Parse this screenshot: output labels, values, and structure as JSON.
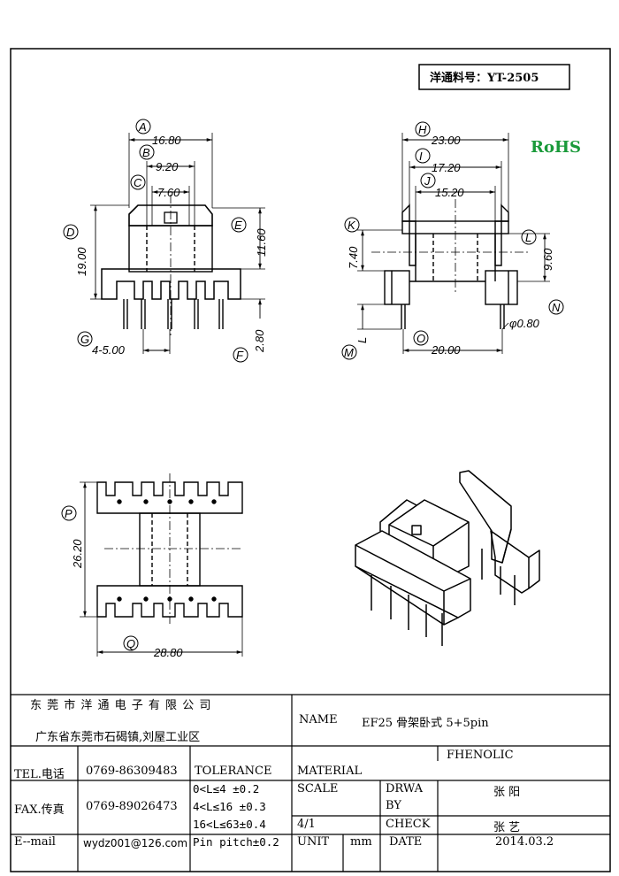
{
  "part_no": "洋通料号：YT-2505",
  "rohs": "RoHS",
  "dims": {
    "A": {
      "letter": "A",
      "value": "16.80"
    },
    "B": {
      "letter": "B",
      "value": "9.20"
    },
    "C": {
      "letter": "C",
      "value": "7.60"
    },
    "D": {
      "letter": "D",
      "value": "19.00"
    },
    "E": {
      "letter": "E",
      "value": "11.60"
    },
    "F": {
      "letter": "F",
      "value": "2.80"
    },
    "G": {
      "letter": "G",
      "value": "4-5.00"
    },
    "H": {
      "letter": "H",
      "value": "23.00"
    },
    "I": {
      "letter": "I",
      "value": "17.20"
    },
    "J": {
      "letter": "J",
      "value": "15.20"
    },
    "K": {
      "letter": "K",
      "value": "7.40"
    },
    "L": {
      "letter": "L",
      "value": "9.60"
    },
    "M": {
      "letter": "M",
      "value": "L"
    },
    "N": {
      "letter": "N",
      "value": "φ0.80"
    },
    "O": {
      "letter": "O",
      "value": "20.00"
    },
    "P": {
      "letter": "P",
      "value": "26.20"
    },
    "Q": {
      "letter": "Q",
      "value": "28.80"
    }
  },
  "title_block": {
    "company": "东 莞 市 洋 通 电 子 有 限 公 司",
    "address": "广东省东莞市石碣镇,刘屋工业区",
    "name_label": "NAME",
    "name_value": "EF25 骨架卧式 5+5pin",
    "tel_label": "TEL.电话",
    "tel_value": "0769-86309483",
    "fax_label": "FAX.传真",
    "fax_value": "0769-89026473",
    "email_label": "E--mail",
    "email_value": "wydz001@126.com",
    "tolerance_label": "TOLERANCE",
    "tolerances": [
      "0<L≤4   ±0.2",
      "4<L≤16  ±0.3",
      "16<L≤63±0.4",
      "Pin pitch±0.2"
    ],
    "material_label": "MATERIAL",
    "material_value": "FHENOLIC",
    "scale_label": "SCALE",
    "scale_value": "4/1",
    "drawn_label_1": "DRWA",
    "drawn_label_2": "BY",
    "drawn_value": "张 阳",
    "check_label": "CHECK",
    "check_value": "张 艺",
    "unit_label": "UNIT",
    "unit_value": "mm",
    "date_label": "DATE",
    "date_value": "2014.03.2"
  }
}
